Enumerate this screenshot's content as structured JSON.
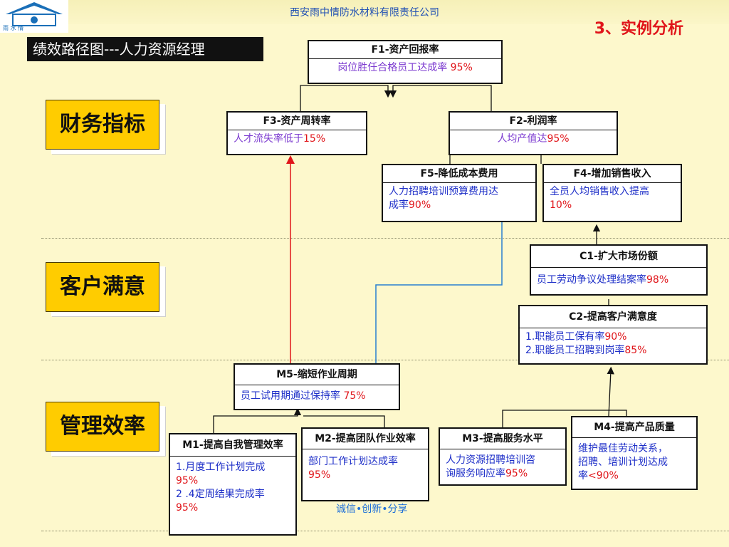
{
  "header": {
    "company": "西安雨中情防水材料有限责任公司",
    "section": "3、实例分析",
    "logo_text": "雨 水 情"
  },
  "title": "绩效路径图---人力资源经理",
  "categories": {
    "finance": "财务指标",
    "customer": "客户满意",
    "management": "管理效率"
  },
  "nodes": {
    "f1": {
      "title": "F1-资产回报率",
      "line1": "岗位胜任合格员工达成率 ",
      "value": "95%"
    },
    "f3": {
      "title": "F3-资产周转率",
      "line1": "人才流失率低于",
      "value": "15%"
    },
    "f2": {
      "title": "F2-利润率",
      "line1": "人均产值达",
      "value": "95%"
    },
    "f5": {
      "title": "F5-降低成本费用",
      "line1": "人力招聘培训预算费用达",
      "line2": "成率",
      "value": "90%"
    },
    "f4": {
      "title": "F4-增加销售收入",
      "line1": "全员人均销售收入提高",
      "value": "10%"
    },
    "c1": {
      "title": "C1-扩大市场份额",
      "line1": "员工劳动争议处理结案率",
      "value": "98%"
    },
    "c2": {
      "title": "C2-提高客户满意度",
      "line1": "1.职能员工保有率",
      "value1": "90%",
      "line2": "2.职能员工招聘到岗率",
      "value2": "85%"
    },
    "m5": {
      "title": "M5-缩短作业周期",
      "line1": "员工试用期通过保持率 ",
      "value": "75%"
    },
    "m1": {
      "title": "M1-提高自我管理效率",
      "line1": "1.月度工作计划完成",
      "value1": "95%",
      "line2": "2 .4定周结果完成率",
      "value2": "95%"
    },
    "m2": {
      "title": "M2-提高团队作业效率",
      "line1": "部门工作计划达成率",
      "value": "95%"
    },
    "m3": {
      "title": "M3-提高服务水平",
      "line1": "人力资源招聘培训咨",
      "line2": "询服务响应率",
      "value": "95%"
    },
    "m4": {
      "title": "M4-提高产品质量",
      "line1": "维护最佳劳动关系，",
      "line2": "招聘、培训计划达成",
      "line3": "率",
      "value": "<90%"
    }
  },
  "motto": "诚信•创新•分享",
  "colors": {
    "background": "#fdf8cc",
    "category": "#ffcc00",
    "value": "#e0151a",
    "text": "#1e2fc8",
    "red_arrow": "#e0151a",
    "blue_arrow": "#2a7fd0"
  }
}
